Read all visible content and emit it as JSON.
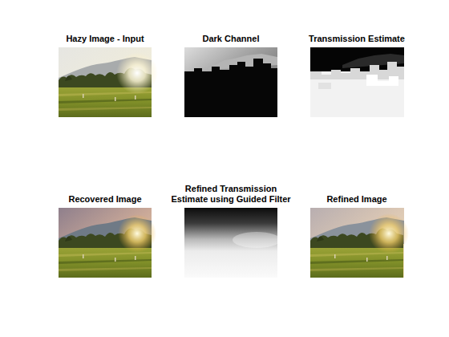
{
  "diagram": {
    "labels": [
      "Hazy Image - Input",
      "Dark Channel",
      "Transmission Estimate",
      "Recovered Image",
      "Refined Transmission Estimate using Guided Filter",
      "Refined Image"
    ]
  }
}
